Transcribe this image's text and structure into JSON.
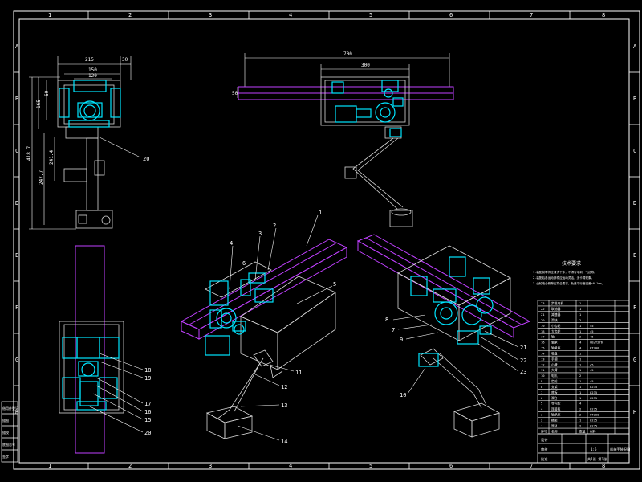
{
  "colors": {
    "background": "#000000",
    "frame": "#ffffff",
    "cyan": "#00e5ff",
    "magenta": "#c040ff",
    "line": "#d8d8d8",
    "callout": "#ffffff"
  },
  "border": {
    "top_numbers": [
      "1",
      "2",
      "3",
      "4",
      "5",
      "6",
      "7",
      "8"
    ],
    "bottom_numbers": [
      "1",
      "2",
      "3",
      "4",
      "5",
      "6",
      "7",
      "8"
    ],
    "left_letters": [
      "A",
      "B",
      "C",
      "D",
      "E",
      "F",
      "G",
      "H"
    ],
    "right_letters": [
      "A",
      "B",
      "C",
      "D",
      "E",
      "F",
      "G",
      "H"
    ]
  },
  "front_view": {
    "dims": {
      "width_top": "215",
      "offset_top": "30",
      "inner_width": "150",
      "gear_width": "120",
      "h_small": "60",
      "h_mid": "165",
      "h_total": "418.7",
      "h_arm": "241.4",
      "h_lower": "247.7"
    },
    "callouts": [
      "20"
    ]
  },
  "top_view": {
    "dims": {
      "overall": "700",
      "span": "300",
      "rail_h": "50"
    }
  },
  "iso_left": {
    "callouts": [
      "1",
      "2",
      "3",
      "4",
      "5",
      "6",
      "11",
      "12",
      "13",
      "14"
    ]
  },
  "iso_right": {
    "callouts": [
      "8",
      "7",
      "9",
      "10",
      "21",
      "22",
      "23"
    ]
  },
  "plan_view": {
    "callouts": [
      "18",
      "19",
      "17",
      "16",
      "15",
      "20"
    ]
  },
  "tech_notes": {
    "title": "技术要求",
    "lines": [
      "1.装配前零件应清洗干净，不得有毛刺、飞边等。",
      "2.装配后各运动部件应运动灵活，无卡滞现象。",
      "3.齿轮啮合侧隙应符合要求，轨道平行度误差≤0.1mm。"
    ]
  },
  "parts_table": {
    "rows": [
      [
        "23",
        "步进电机",
        "1",
        ""
      ],
      [
        "22",
        "联轴器",
        "1",
        ""
      ],
      [
        "21",
        "减速器",
        "1",
        ""
      ],
      [
        "20",
        "滑块",
        "2",
        ""
      ],
      [
        "19",
        "小齿轮",
        "1",
        "45"
      ],
      [
        "18",
        "大齿轮",
        "1",
        "45"
      ],
      [
        "17",
        "轴",
        "2",
        "45"
      ],
      [
        "16",
        "轴承",
        "4",
        "GB/T276"
      ],
      [
        "15",
        "轴承座",
        "4",
        "HT200"
      ],
      [
        "14",
        "吸盘",
        "1",
        ""
      ],
      [
        "13",
        "手腕",
        "1",
        ""
      ],
      [
        "12",
        "小臂",
        "1",
        "45"
      ],
      [
        "11",
        "大臂",
        "1",
        "45"
      ],
      [
        "10",
        "电机",
        "2",
        ""
      ],
      [
        "9",
        "齿轮",
        "1",
        "45"
      ],
      [
        "8",
        "支架",
        "1",
        "Q235"
      ],
      [
        "7",
        "底板",
        "1",
        "Q235"
      ],
      [
        "6",
        "滑台",
        "1",
        "Q235"
      ],
      [
        "5",
        "导向轮",
        "4",
        ""
      ],
      [
        "4",
        "连接板",
        "2",
        "Q235"
      ],
      [
        "3",
        "轴承座",
        "2",
        "HT200"
      ],
      [
        "2",
        "横梁",
        "1",
        "Q235"
      ],
      [
        "1",
        "导轨",
        "2",
        "Q235"
      ]
    ],
    "header": [
      "序号",
      "名称",
      "数量",
      "材料"
    ],
    "title_block": {
      "name": "机械手装配图",
      "scale": "1:5",
      "sheet": "共1张 第1张",
      "designer": "设计",
      "checker": "审核",
      "approve": "批准"
    }
  },
  "left_stamps": [
    "借用件登记",
    "描图",
    "描校",
    "底图总号",
    "签字"
  ]
}
